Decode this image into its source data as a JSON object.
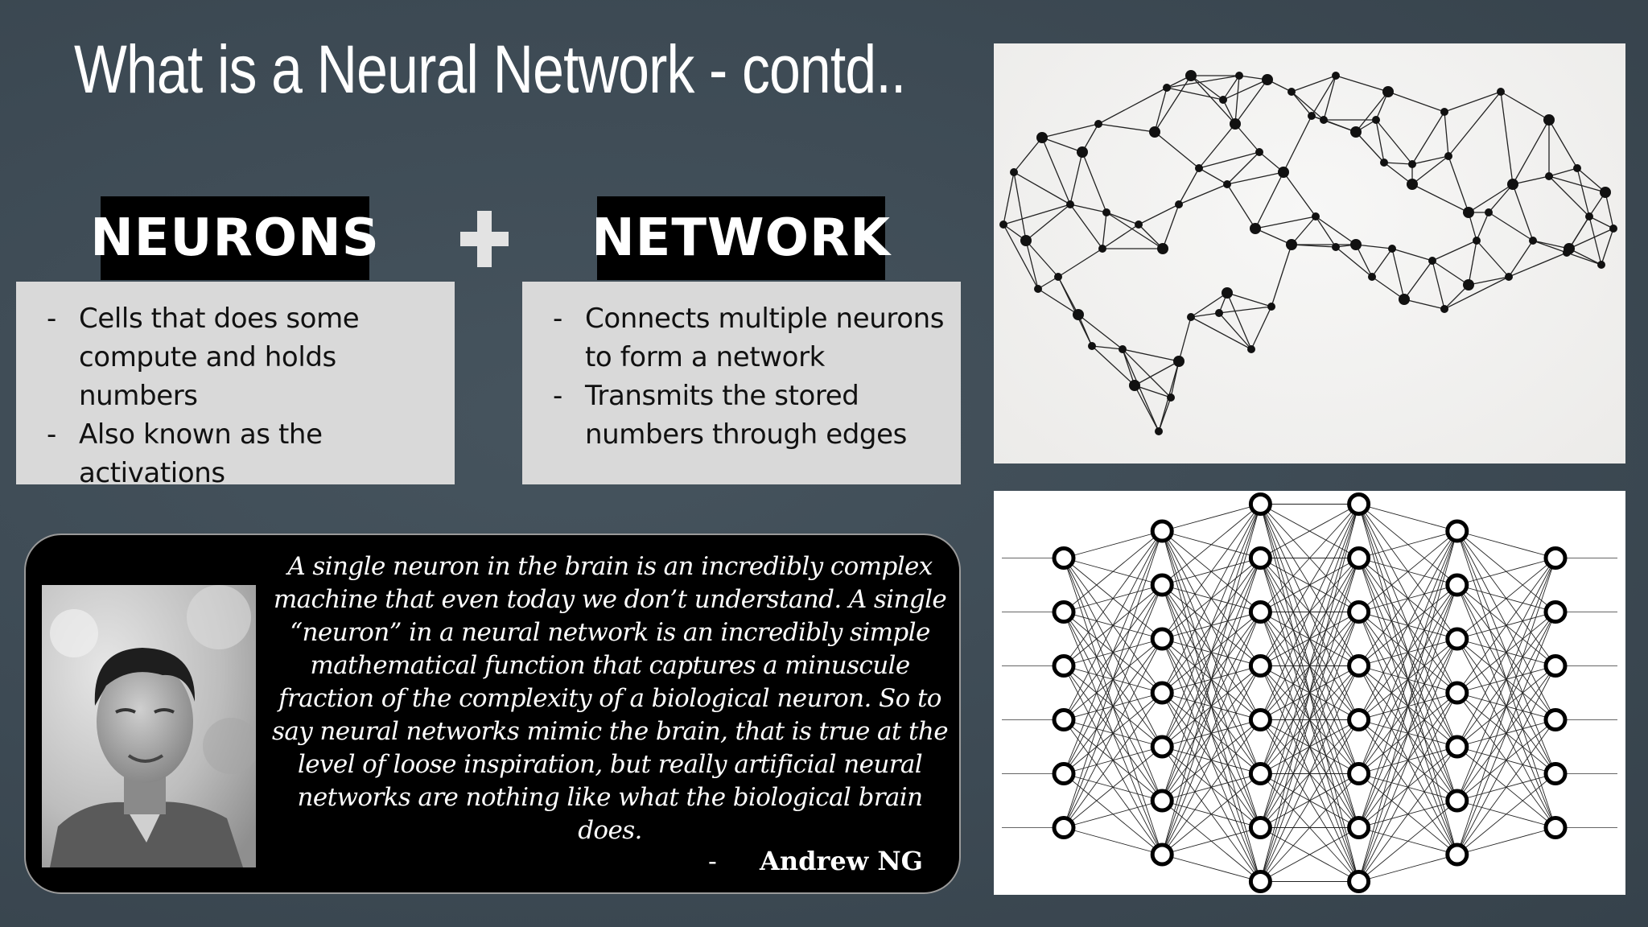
{
  "slide": {
    "title": "What is a Neural Network - contd..",
    "neurons_tag": "NEURONS",
    "network_tag": "NETWORK",
    "neurons_points": [
      {
        "dash": "-",
        "text": "Cells that does some compute and holds numbers"
      },
      {
        "dash": "-",
        "text": "Also known as the activations"
      }
    ],
    "network_points": [
      {
        "dash": "-",
        "text": "Connects multiple neurons to form a network"
      },
      {
        "dash": "-",
        "text": "Transmits the stored numbers through edges"
      }
    ],
    "quote": {
      "text": "A single neuron in the brain is an incredibly complex machine that even today we don’t understand. A single “neuron” in a neural network is an incredibly simple mathematical function that captures a minuscule fraction of the complexity of a biological neuron. So to say neural networks mimic the brain, that is true at the level of loose inspiration, but really artificial neural networks are nothing like what the biological brain does.",
      "dash": "-",
      "author": "Andrew NG"
    },
    "colors": {
      "background": "#3d4a54",
      "tag_background": "#000000",
      "box_background": "#d9d9d9",
      "quote_background": "#000000"
    },
    "network_layers": [
      6,
      7,
      8,
      8,
      7,
      6
    ]
  }
}
